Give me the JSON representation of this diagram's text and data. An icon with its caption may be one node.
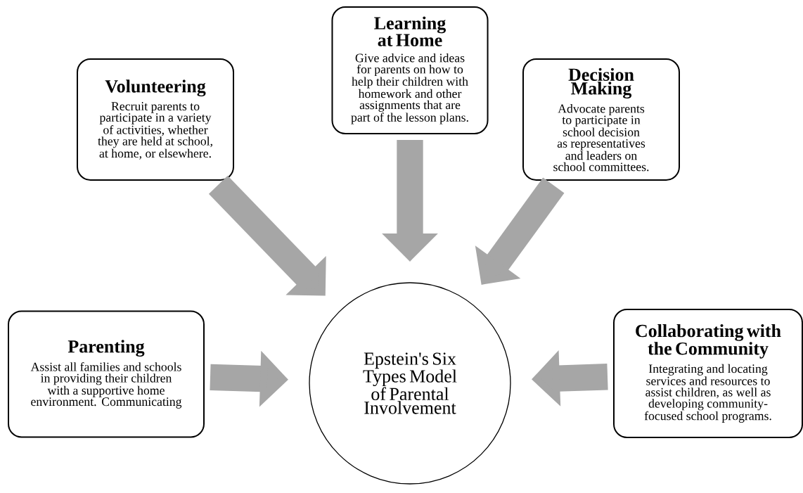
{
  "diagram": {
    "nodes": [
      {
        "text": [
          "Learning at Home",
          "Give advice and ideas for parents on how to help their children with homework and other assignments that are part of the lesson plans."
        ]
      },
      {
        "text": [
          "Volunteering",
          "Recruit parents to participate in a variety of activities, whether they are held at school, at home, or elsewhere."
        ]
      },
      {
        "text": [
          "Decision Making",
          "Advocate parents to participate in school decision as representatives and leaders on school committees."
        ]
      },
      {
        "text": [
          "Parenting",
          "Assist all families and schools in providing their children with a supportive home environment. Communicating"
        ]
      },
      {
        "text": [
          "Epstein's Six Types Model of Parental Involvement"
        ]
      },
      {
        "text": [
          "Collaborating with the Community",
          "Integrating and locating services and resources to assist children, as well as developing community-focused school programs."
        ]
      }
    ],
    "edges": [
      {
        "from": 0,
        "to": 4,
        "arrow": "to"
      },
      {
        "from": 1,
        "to": 4,
        "arrow": "to"
      },
      {
        "from": 2,
        "to": 4,
        "arrow": "to"
      },
      {
        "from": 3,
        "to": 4,
        "arrow": "to"
      },
      {
        "from": 5,
        "to": 4,
        "arrow": "to"
      }
    ]
  }
}
